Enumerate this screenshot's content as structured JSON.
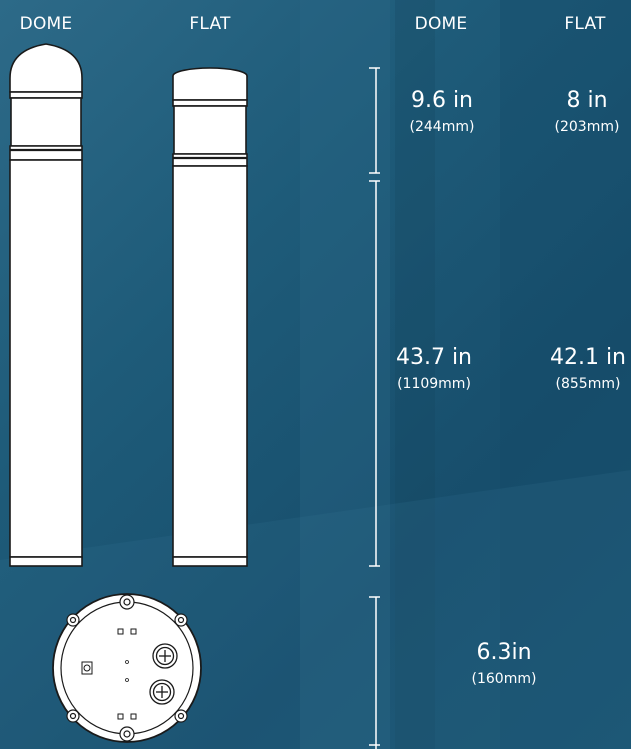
{
  "headers": {
    "left_dome": "DOME",
    "left_flat": "FLAT",
    "right_dome": "DOME",
    "right_flat": "FLAT"
  },
  "dimensions": {
    "cap": {
      "dome_value": "9.6 in",
      "dome_metric": "(244mm)",
      "flat_value": "8 in",
      "flat_metric": "(203mm)"
    },
    "body": {
      "dome_value": "43.7 in",
      "dome_metric": "(1109mm)",
      "flat_value": "42.1 in",
      "flat_metric": "(855mm)"
    },
    "base": {
      "value": "6.3in",
      "metric": "(160mm)"
    }
  },
  "colors": {
    "background": "#1e5b79",
    "bollard_fill": "#ffffff",
    "outline": "#1a1a1a"
  }
}
